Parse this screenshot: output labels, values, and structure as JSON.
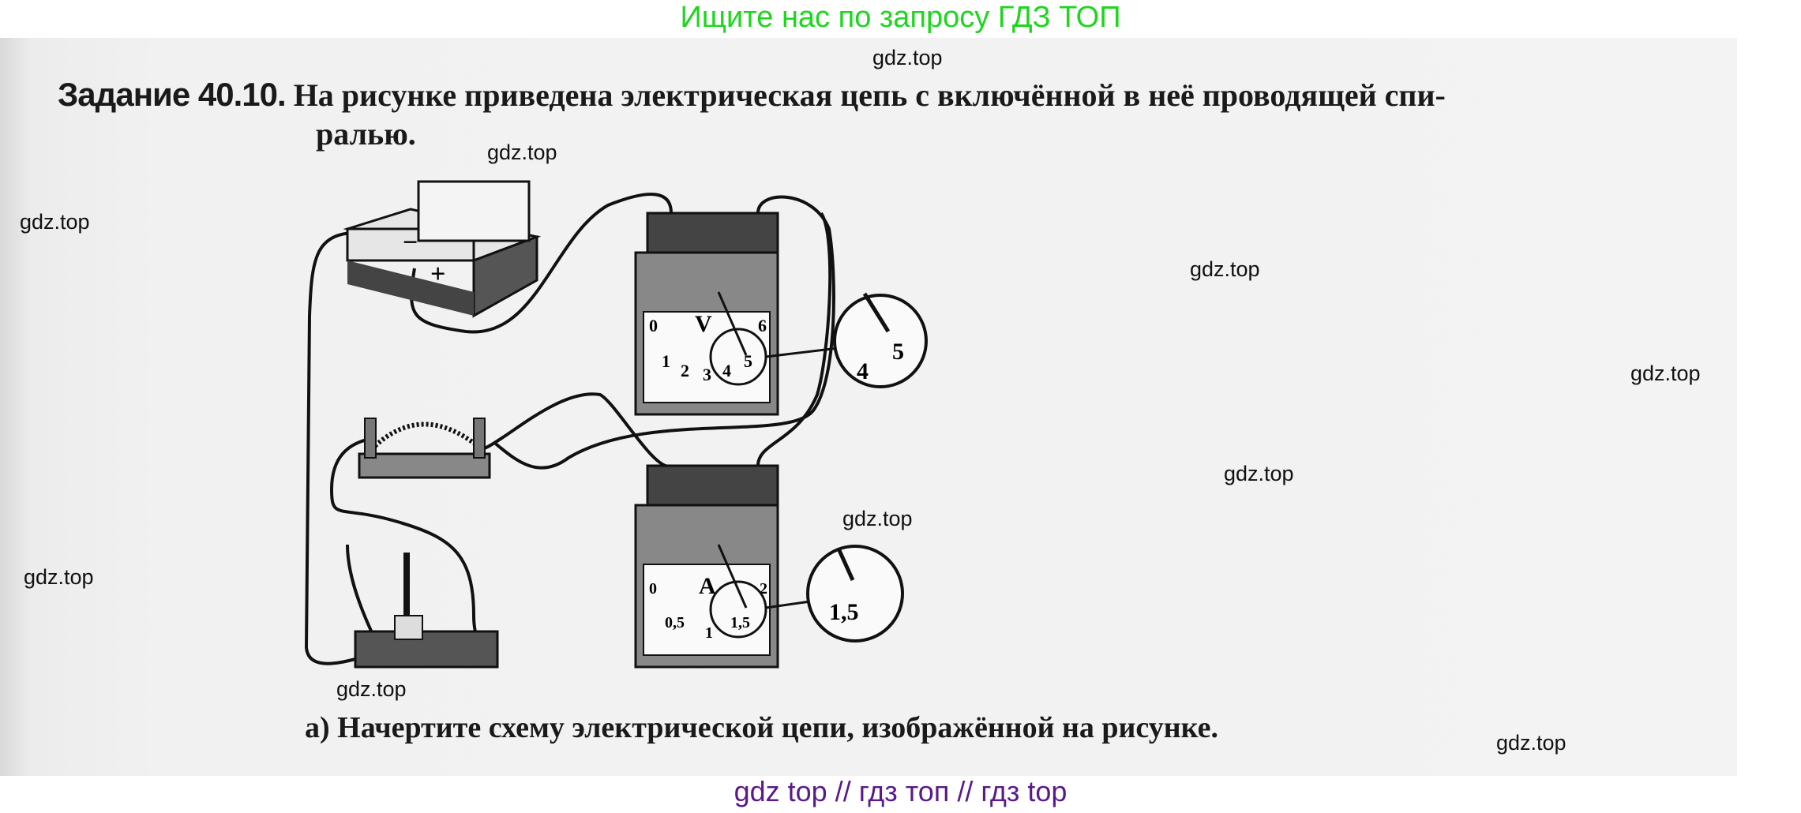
{
  "banner": "Ищите нас по запросу ГДЗ ТОП",
  "task": {
    "number": "Задание 40.10.",
    "text_line1": "На рисунке приведена электрическая цепь с включённой в неё проводящей спи-",
    "text_line2": "ралью."
  },
  "figure": {
    "battery": {
      "minus": "−",
      "plus": "+"
    },
    "voltmeter": {
      "symbol": "V",
      "scale": [
        "0",
        "1",
        "2",
        "3",
        "4",
        "5",
        "6"
      ],
      "zoom_labels": [
        "4",
        "5"
      ],
      "reading": 4.8
    },
    "ammeter": {
      "symbol": "A",
      "scale": [
        "0",
        "0,5",
        "1",
        "1,5",
        "2"
      ],
      "zoom_labels": [
        "1,5"
      ],
      "reading": 1.6
    }
  },
  "question_a": "а) Начертите схему электрической цепи, изображённой на рисунке.",
  "watermarks": [
    "gdz.top",
    "gdz.top",
    "gdz.top",
    "gdz.top",
    "gdz.top",
    "gdz.top",
    "gdz.top",
    "gdz.top",
    "gdz.top",
    "gdz.top"
  ],
  "footer": "gdz top  //  гдз топ  //  гдз top"
}
